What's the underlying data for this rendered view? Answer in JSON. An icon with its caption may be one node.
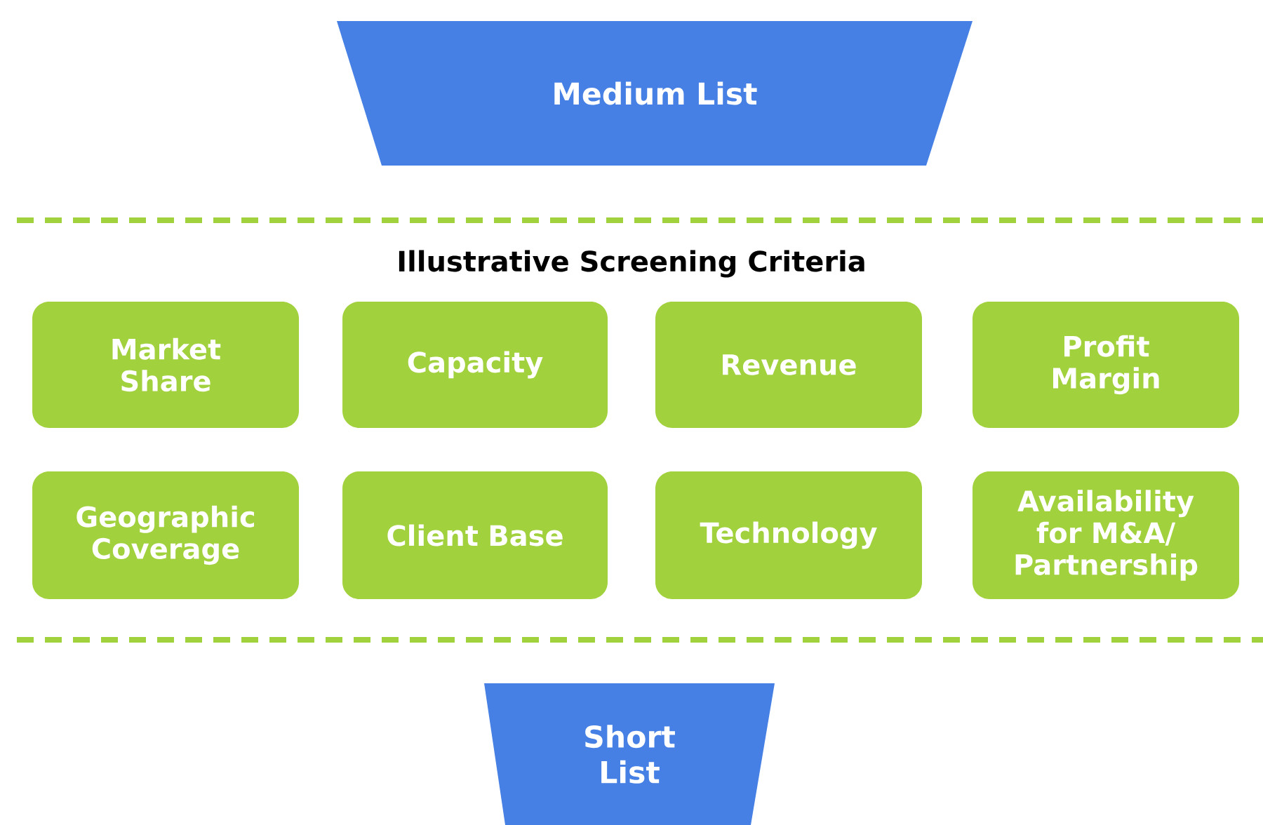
{
  "diagram": {
    "title": "Illustrative Screening Criteria",
    "nodes": [
      {
        "text": [
          "Medium List"
        ]
      },
      {
        "text": [
          "Market Share"
        ]
      },
      {
        "text": [
          "Capacity"
        ]
      },
      {
        "text": [
          "Revenue"
        ]
      },
      {
        "text": [
          "Profit Margin"
        ]
      },
      {
        "text": [
          "Geographic Coverage"
        ]
      },
      {
        "text": [
          "Client Base"
        ]
      },
      {
        "text": [
          "Technology"
        ]
      },
      {
        "text": [
          "Availability for M&A/ Partnership"
        ]
      },
      {
        "text": [
          "Short List"
        ]
      }
    ]
  }
}
